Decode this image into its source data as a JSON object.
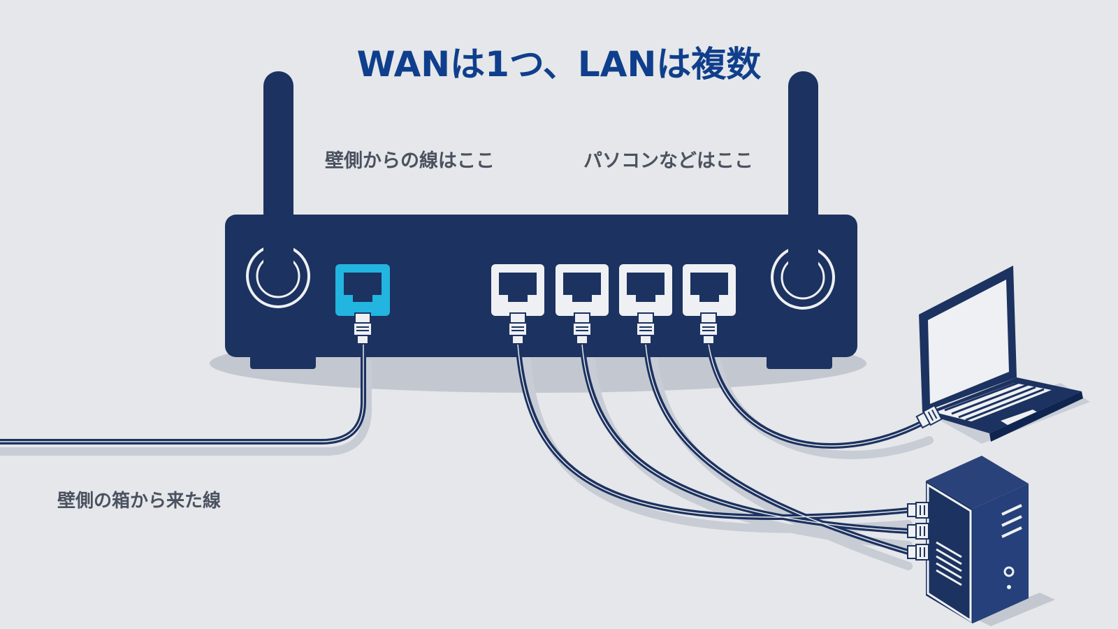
{
  "title": "WANは1つ、LANは複数",
  "labels": {
    "wan_port": "壁側からの線はここ",
    "lan_ports": "パソコンなどはここ",
    "wall_cable": "壁側の箱から来た線"
  },
  "colors": {
    "title": "#0f3f8c",
    "label": "#4a5260",
    "device": "#1c3260",
    "wan_highlight": "#22b5e0",
    "background": "#e6e7ea",
    "shadow": "#c3c7d0"
  },
  "ports": {
    "wan_count": 1,
    "lan_count": 4
  },
  "icons": [
    "router-icon",
    "antenna-icon",
    "ethernet-plug-icon",
    "laptop-icon",
    "desktop-tower-icon"
  ]
}
